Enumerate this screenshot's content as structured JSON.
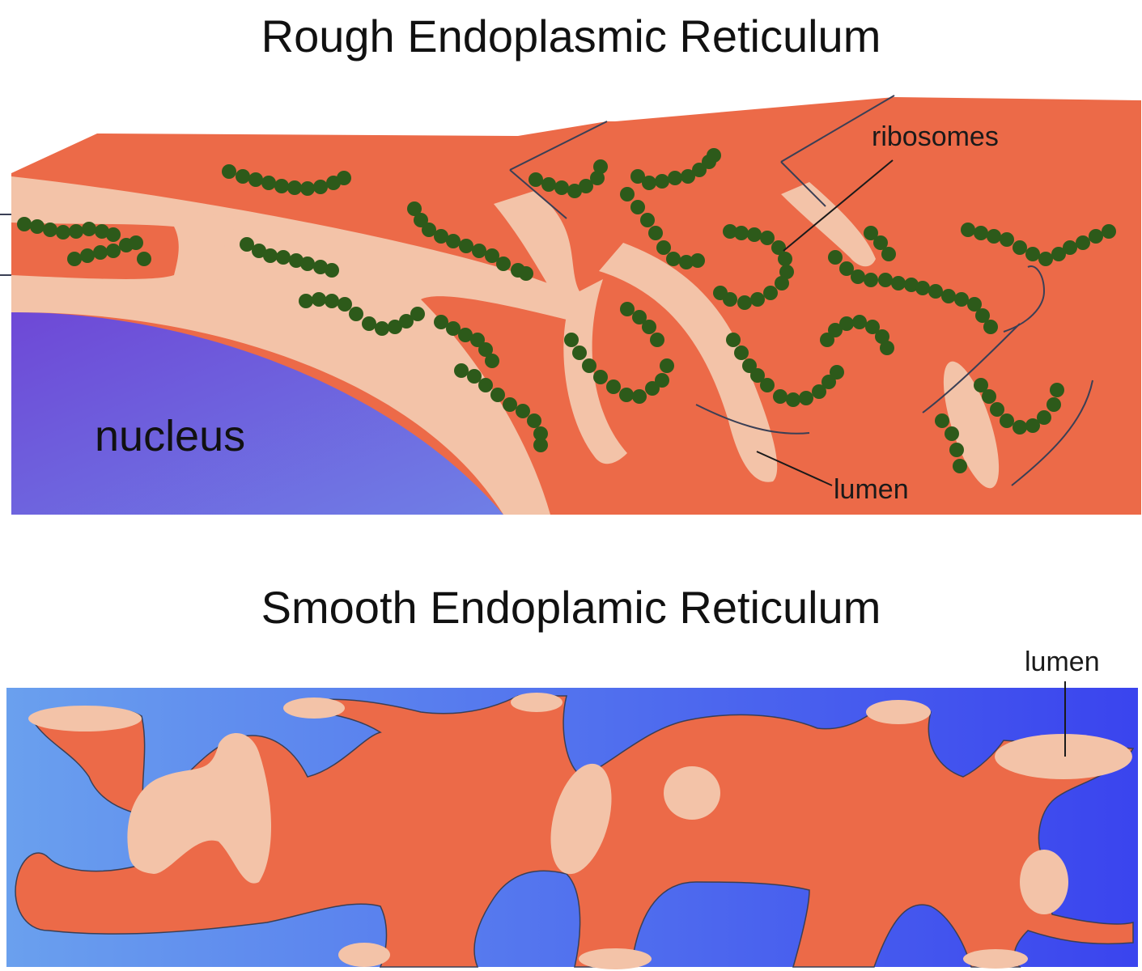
{
  "rough": {
    "title": "Rough Endoplasmic Reticulum",
    "labels": {
      "nucleus": "nucleus",
      "ribosomes": "ribosomes",
      "lumen": "lumen"
    }
  },
  "smooth": {
    "title": "Smooth Endoplamic Reticulum",
    "labels": {
      "lumen": "lumen"
    }
  },
  "colors": {
    "membrane": "#ec6a48",
    "lumen": "#f3c3a8",
    "ribosome": "#2d5a1a",
    "nucleus": "#6a5ad0",
    "cytoplasm": "#5b8cf0",
    "outline": "#3a3f55"
  }
}
